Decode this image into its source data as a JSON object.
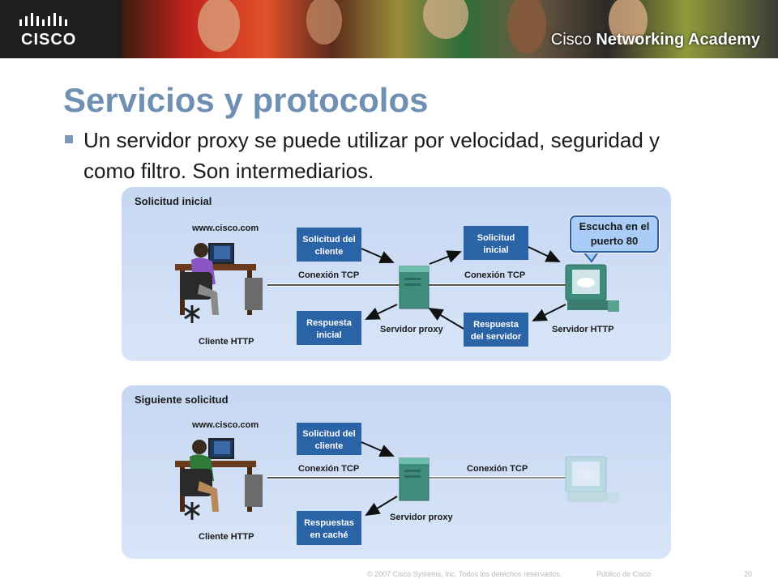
{
  "header": {
    "logo_text": "CISCO",
    "academy_prefix": "Cisco",
    "academy_rest": "Networking Academy"
  },
  "slide": {
    "title": "Servicios y protocolos",
    "bullet": "Un servidor proxy se puede utilizar por velocidad, seguridad y como filtro. Son intermediarios."
  },
  "panel1": {
    "title": "Solicitud inicial",
    "domain": "www.cisco.com",
    "client_req": [
      "Solicitud del",
      "cliente"
    ],
    "tcp_left": "Conexión TCP",
    "initial_resp": [
      "Respuesta",
      "inicial"
    ],
    "proxy_label": "Servidor proxy",
    "initial_req": [
      "Solicitud",
      "inicial"
    ],
    "tcp_right": "Conexión TCP",
    "server_resp": [
      "Respuesta",
      "del servidor"
    ],
    "server_label": "Servidor HTTP",
    "callout": "Escucha en el puerto 80",
    "client_label": "Cliente HTTP"
  },
  "panel2": {
    "title": "Siguiente solicitud",
    "domain": "www.cisco.com",
    "client_req": [
      "Solicitud del",
      "cliente"
    ],
    "tcp_left": "Conexión TCP",
    "cached_resp": [
      "Respuestas",
      "en caché"
    ],
    "proxy_label": "Servidor proxy",
    "tcp_right": "Conexión TCP",
    "client_label": "Cliente HTTP"
  },
  "footer": {
    "copyright": "© 2007 Cisco Systems, Inc. Todos los derechos reservados.",
    "classification": "Público de Cisco",
    "page": "20"
  },
  "colors": {
    "title": "#6f8fb3",
    "label_box": "#2a63a6",
    "panel": "#c6d7f2"
  }
}
